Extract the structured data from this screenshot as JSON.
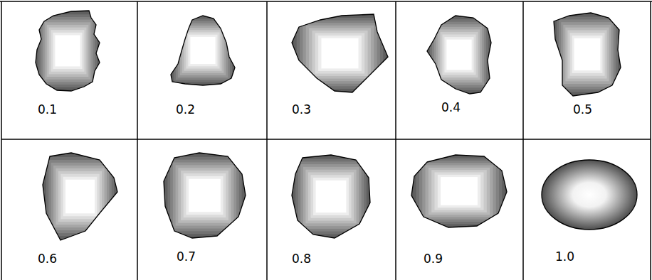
{
  "diagram": {
    "labels": [
      "0.1",
      "0.2",
      "0.3",
      "0.4",
      "0.5",
      "0.6",
      "0.7",
      "0.8",
      "0.9",
      "1.0"
    ]
  }
}
